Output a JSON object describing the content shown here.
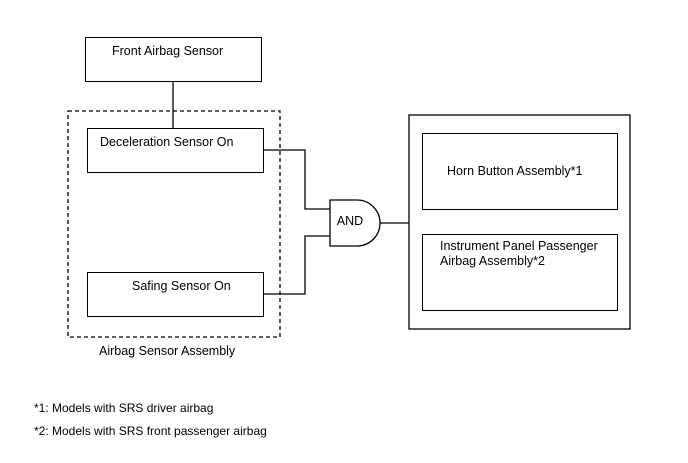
{
  "diagram": {
    "front_sensor": "Front Airbag Sensor",
    "deceleration_sensor": "Deceleration Sensor On",
    "safing_sensor": "Safing Sensor On",
    "assembly_label": "Airbag Sensor Assembly",
    "gate_label": "AND",
    "horn_button": "Horn Button Assembly*1",
    "instrument_panel": "Instrument Panel Passenger Airbag Assembly*2"
  },
  "notes": [
    "*1: Models with SRS driver airbag",
    "*2: Models with SRS front passenger airbag"
  ]
}
